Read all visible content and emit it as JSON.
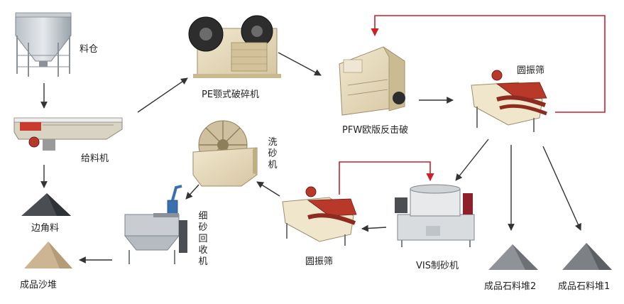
{
  "nodes": {
    "silo": "料仓",
    "feeder": "给料机",
    "jaw_crusher": "PE颚式破碎机",
    "impact_crusher": "PFW欧版反击破",
    "screen_top": "圆振筛",
    "sand_washer": "洗砂机",
    "fine_sand_recycler": "细砂回收机",
    "screen_bottom": "圆振筛",
    "vsi_sand_maker": "VIS制砂机",
    "corner_material": "边角料",
    "finished_sand": "成品沙堆",
    "stone_pile_2": "成品石料堆2",
    "stone_pile_1": "成品石料堆1"
  },
  "colors": {
    "arrow": "#333333",
    "return_line": "#cc1f2a",
    "machine_beige": "#e8dcc0",
    "machine_red": "#b8382a",
    "machine_steel": "#9aa3ab"
  }
}
